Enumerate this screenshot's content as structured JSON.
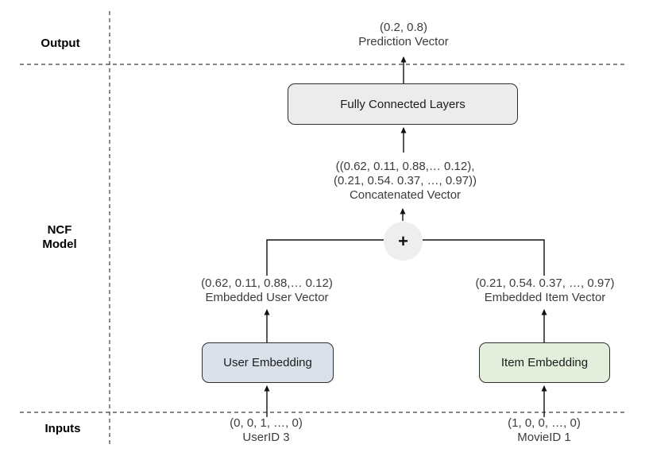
{
  "sections": {
    "output": "Output",
    "model": [
      "NCF",
      "Model"
    ],
    "inputs": "Inputs"
  },
  "nodes": {
    "prediction": {
      "vector": "(0.2, 0.8)",
      "label": "Prediction Vector"
    },
    "fully_connected": {
      "label": "Fully Connected Layers"
    },
    "concatenated": {
      "values_line1": "((0.62, 0.11, 0.88,… 0.12),",
      "values_line2": "(0.21, 0.54. 0.37, …, 0.97))",
      "label": "Concatenated Vector"
    },
    "concat_op": {
      "symbol": "+"
    },
    "embedded_user": {
      "vector": "(0.62, 0.11, 0.88,… 0.12)",
      "label": "Embedded User Vector"
    },
    "embedded_item": {
      "vector": "(0.21, 0.54. 0.37, …, 0.97)",
      "label": "Embedded Item Vector"
    },
    "user_embedding": {
      "label": "User Embedding"
    },
    "item_embedding": {
      "label": "Item Embedding"
    },
    "input_user": {
      "vector": "(0, 0, 1, …, 0)",
      "label": "UserID 3"
    },
    "input_item": {
      "vector": "(1, 0, 0, …, 0)",
      "label": "MovieID 1"
    }
  },
  "colors": {
    "fully_connected_fill": "#ececec",
    "user_embedding_fill": "#dbe1eb",
    "item_embedding_fill": "#e3efdc",
    "concat_node_fill": "#eeeeee",
    "border": "#2d2d2d",
    "annotation_text": "#3c3c3c",
    "line": "#111111"
  }
}
